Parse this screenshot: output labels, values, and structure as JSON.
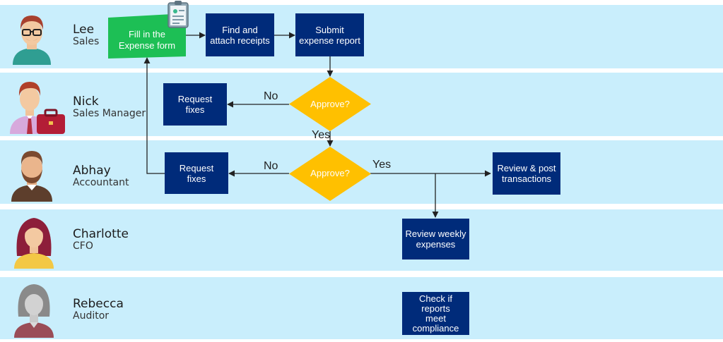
{
  "lanes": [
    {
      "name": "Lee",
      "role": "Sales"
    },
    {
      "name": "Nick",
      "role": "Sales Manager"
    },
    {
      "name": "Abhay",
      "role": "Accountant"
    },
    {
      "name": "Charlotte",
      "role": "CFO"
    },
    {
      "name": "Rebecca",
      "role": "Auditor"
    }
  ],
  "steps": {
    "fill_form": [
      "Fill in the",
      "Expense form"
    ],
    "find_receipts": [
      "Find and",
      "attach receipts"
    ],
    "submit_report": [
      "Submit",
      "expense report"
    ],
    "request_fixes_nick": [
      "Request",
      "fixes"
    ],
    "request_fixes_abhay": [
      "Request",
      "fixes"
    ],
    "review_post": [
      "Review & post",
      "transactions"
    ],
    "review_weekly": [
      "Review weekly",
      "expenses"
    ],
    "check_compliance": [
      "Check if",
      "reports",
      "meet",
      "compliance"
    ]
  },
  "decisions": {
    "nick": "Approve?",
    "abhay": "Approve?"
  },
  "edge_labels": {
    "nick_no": "No",
    "nick_yes": "Yes",
    "abhay_no": "No",
    "abhay_yes": "Yes"
  },
  "colors": {
    "lane": "#c9eefc",
    "task": "#002b7a",
    "start": "#1dbf55",
    "decision": "#ffc000"
  },
  "icons": [
    "clipboard-form-icon",
    "briefcase-icon"
  ]
}
